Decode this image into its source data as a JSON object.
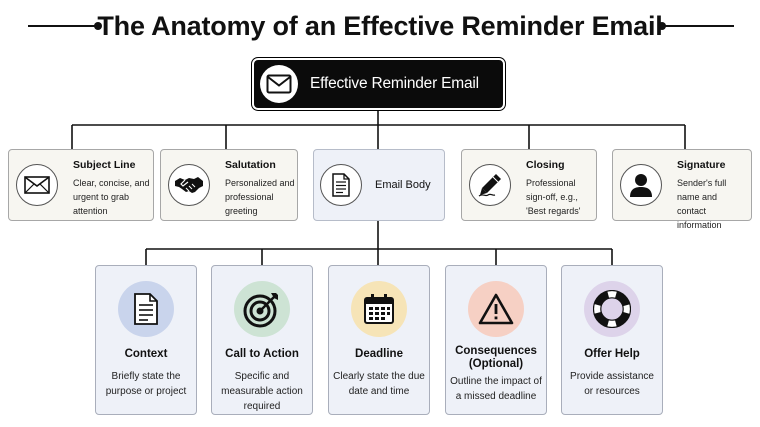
{
  "title": "The Anatomy of an Effective Reminder Email",
  "root": {
    "label": "Effective Reminder Email",
    "icon": "envelope-icon"
  },
  "sections": [
    {
      "key": "subject",
      "title": "Subject Line",
      "desc": "Clear, concise, and urgent to grab attention",
      "icon": "envelope-icon"
    },
    {
      "key": "salutation",
      "title": "Salutation",
      "desc": "Personalized and professional greeting",
      "icon": "handshake-icon"
    },
    {
      "key": "body",
      "title": "Email Body",
      "desc": "",
      "icon": "document-icon"
    },
    {
      "key": "closing",
      "title": "Closing",
      "desc": "Professional sign-off, e.g., 'Best regards'",
      "icon": "pen-icon"
    },
    {
      "key": "signature",
      "title": "Signature",
      "desc": "Sender's full name and contact information",
      "icon": "person-icon"
    }
  ],
  "body_parts": [
    {
      "key": "context",
      "title": "Context",
      "desc": "Briefly state the purpose or project",
      "icon": "document-icon",
      "color": "#c9d4ec"
    },
    {
      "key": "cta",
      "title": "Call to Action",
      "desc": "Specific and measurable action required",
      "icon": "target-icon",
      "color": "#cde3d4"
    },
    {
      "key": "deadline",
      "title": "Deadline",
      "desc": "Clearly state the due date and time",
      "icon": "calendar-icon",
      "color": "#f6e4b7"
    },
    {
      "key": "consequences",
      "title": "Consequences (Optional)",
      "desc": "Outline the impact of a missed deadline",
      "icon": "warning-icon",
      "color": "#f6d0c4"
    },
    {
      "key": "help",
      "title": "Offer Help",
      "desc": "Provide assistance or resources",
      "icon": "lifebuoy-icon",
      "color": "#ddd3ea"
    }
  ]
}
